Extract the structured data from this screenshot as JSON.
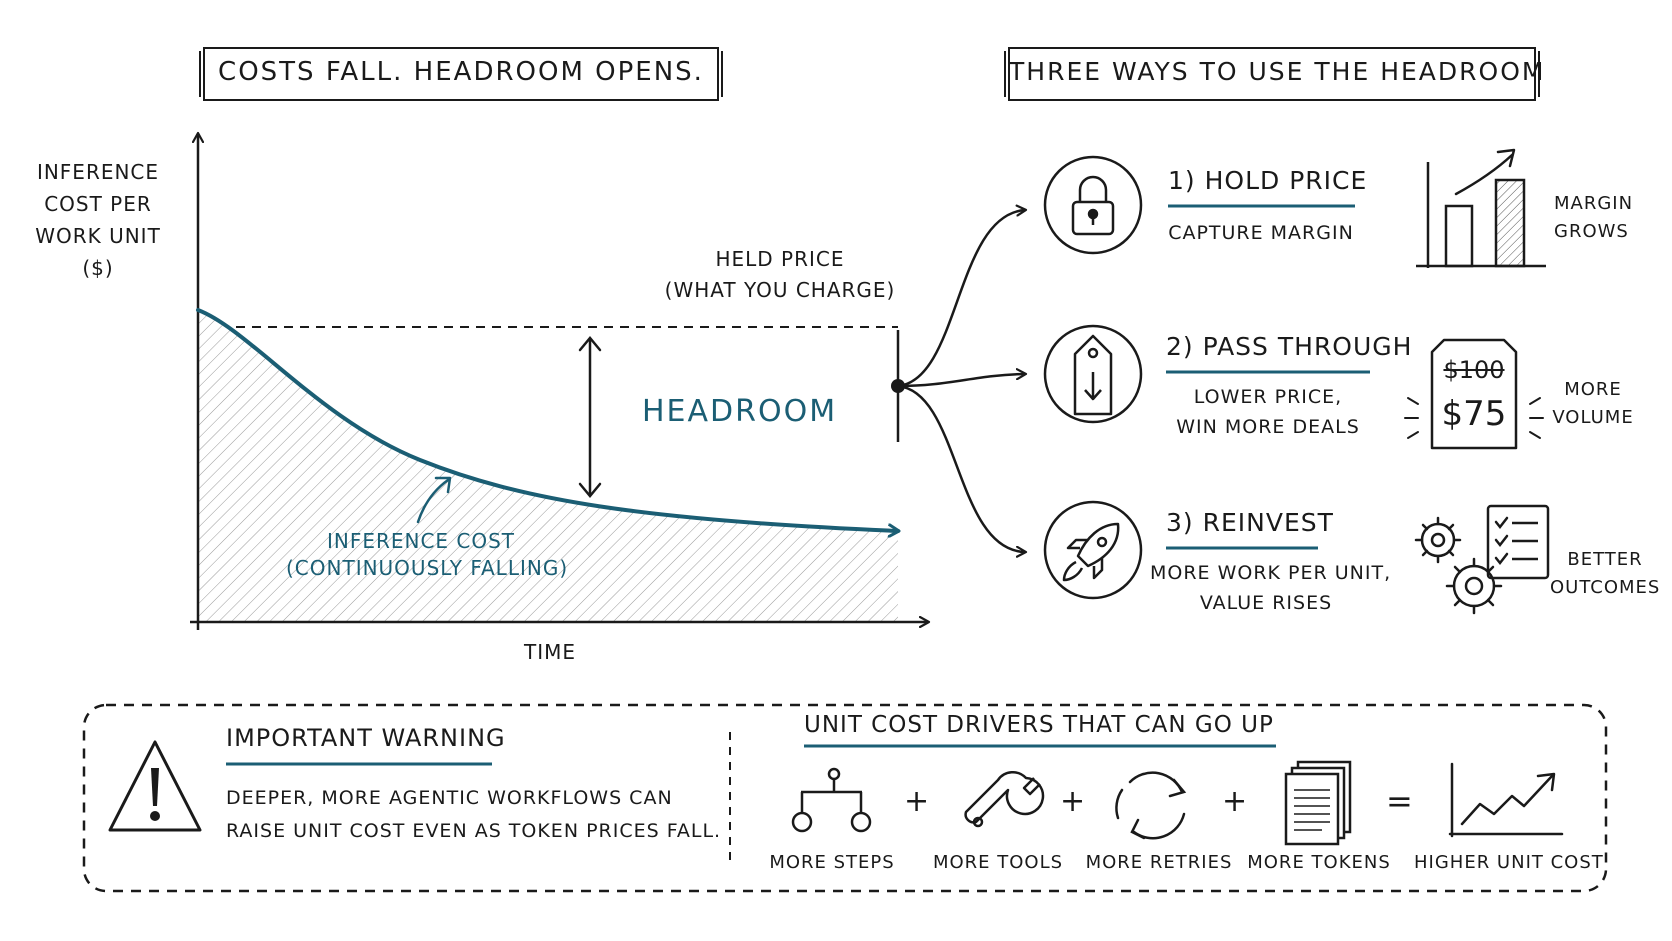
{
  "titles": {
    "left": "COSTS FALL. HEADROOM OPENS.",
    "right": "THREE WAYS TO USE THE HEADROOM"
  },
  "chart": {
    "y_axis_lines": [
      "INFERENCE",
      "COST PER",
      "WORK UNIT",
      "($)"
    ],
    "x_axis": "TIME",
    "held_price_lines": [
      "HELD PRICE",
      "(WHAT YOU CHARGE)"
    ],
    "headroom": "HEADROOM",
    "inference_lines": [
      "INFERENCE COST",
      "(CONTINUOUSLY FALLING)"
    ]
  },
  "options": [
    {
      "title": "1) HOLD PRICE",
      "desc_lines": [
        "CAPTURE MARGIN"
      ],
      "side_lines": [
        "MARGIN",
        "GROWS"
      ],
      "icon": "lock-icon",
      "side_icon": "bar-chart-icon"
    },
    {
      "title": "2) PASS THROUGH",
      "desc_lines": [
        "LOWER PRICE,",
        "WIN MORE DEALS"
      ],
      "side_lines": [
        "MORE",
        "VOLUME"
      ],
      "icon": "price-tag-icon",
      "side_icon": "price-tag-discount-icon",
      "old_price": "$100",
      "new_price": "$75"
    },
    {
      "title": "3) REINVEST",
      "desc_lines": [
        "MORE WORK PER UNIT,",
        "VALUE RISES"
      ],
      "side_lines": [
        "BETTER",
        "OUTCOMES"
      ],
      "icon": "rocket-icon",
      "side_icon": "gears-checklist-icon"
    }
  ],
  "warning": {
    "title": "IMPORTANT WARNING",
    "lines": [
      "DEEPER, MORE AGENTIC WORKFLOWS CAN",
      "RAISE UNIT COST EVEN AS TOKEN PRICES FALL."
    ],
    "icon": "warning-icon"
  },
  "drivers": {
    "title": "UNIT COST DRIVERS THAT CAN GO UP",
    "items": [
      {
        "label": "MORE STEPS",
        "icon": "branch-icon"
      },
      {
        "label": "MORE TOOLS",
        "icon": "wrench-icon"
      },
      {
        "label": "MORE RETRIES",
        "icon": "refresh-icon"
      },
      {
        "label": "MORE TOKENS",
        "icon": "documents-icon"
      }
    ],
    "plus": "+",
    "equals": "=",
    "result": {
      "label": "HIGHER UNIT COST",
      "icon": "trend-up-icon"
    }
  },
  "colors": {
    "accent": "#1b5e74",
    "ink": "#1a1a1a",
    "background": "#ffffff"
  }
}
